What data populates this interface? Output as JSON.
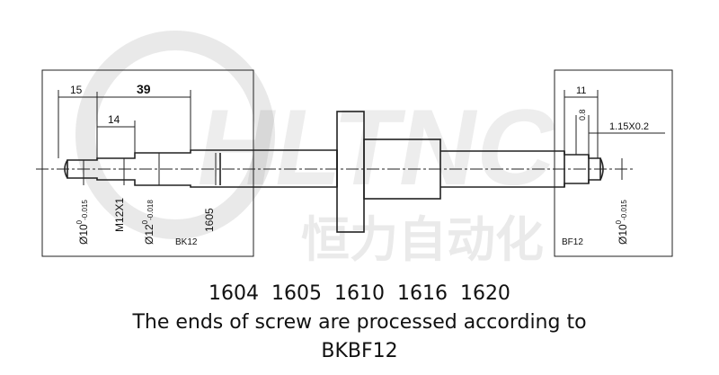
{
  "watermark": {
    "brand": "HLTNC",
    "cn_text": "恒力自动化"
  },
  "drawing": {
    "left_end": {
      "box_label": "BK12",
      "dims": {
        "overall": "39",
        "seg1": "15",
        "thread_len": "14"
      },
      "diameters": {
        "journal": "Ø10",
        "journal_tol": "-0.015",
        "journal_sup": "0",
        "thread": "M12X1",
        "shoulder": "Ø12",
        "shoulder_tol": "-0.018",
        "shoulder_sup": "0",
        "screw": "1605"
      }
    },
    "right_end": {
      "box_label": "BF12",
      "dims": {
        "length": "11",
        "groove": "0.8",
        "circlip": "1.15X0.2"
      },
      "diameters": {
        "journal": "Ø10",
        "journal_tol": "-0.015",
        "journal_sup": "0"
      }
    }
  },
  "caption": {
    "models": "1604  1605  1610  1616  1620",
    "line1": "The ends of screw are processed according to",
    "line2": "BKBF12"
  }
}
